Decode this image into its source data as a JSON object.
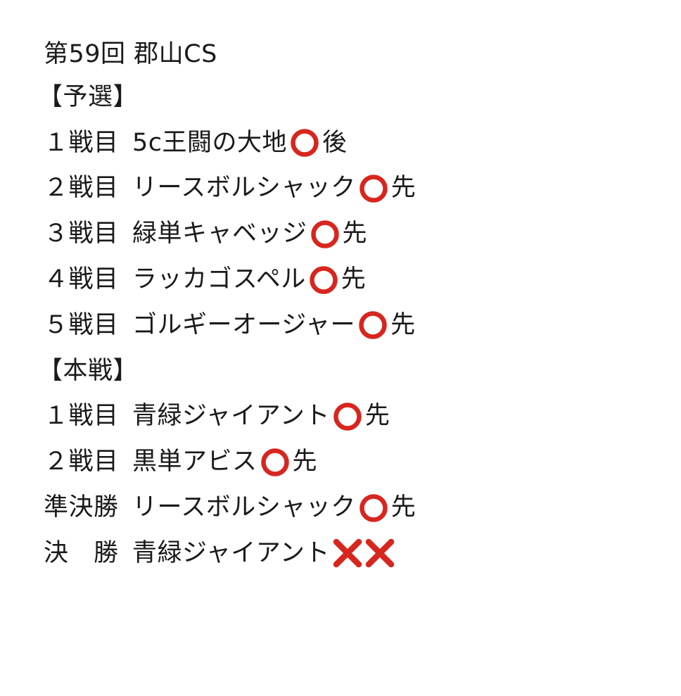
{
  "title": "第59回 郡山CS",
  "sections": [
    {
      "heading": "【予選】",
      "rounds": [
        {
          "label": "１戦目",
          "deck": "5c王闘の大地",
          "results": [
            "win"
          ],
          "turn": "後"
        },
        {
          "label": "２戦目",
          "deck": "リースボルシャック",
          "results": [
            "win"
          ],
          "turn": "先"
        },
        {
          "label": "３戦目",
          "deck": "緑単キャベッジ",
          "results": [
            "win"
          ],
          "turn": "先"
        },
        {
          "label": "４戦目",
          "deck": "ラッカゴスペル",
          "results": [
            "win"
          ],
          "turn": "先"
        },
        {
          "label": "５戦目",
          "deck": "ゴルギーオージャー",
          "results": [
            "win"
          ],
          "turn": "先"
        }
      ]
    },
    {
      "heading": "【本戦】",
      "rounds": [
        {
          "label": "１戦目",
          "deck": "青緑ジャイアント",
          "results": [
            "win"
          ],
          "turn": "先"
        },
        {
          "label": "２戦目",
          "deck": "黒単アビス",
          "results": [
            "win"
          ],
          "turn": "先"
        },
        {
          "label": "準決勝",
          "deck": "リースボルシャック",
          "results": [
            "win"
          ],
          "turn": "先"
        },
        {
          "label": "決　勝",
          "deck": "青緑ジャイアント",
          "results": [
            "loss",
            "loss"
          ],
          "turn": ""
        }
      ]
    }
  ],
  "icons": {
    "win": "red-circle-icon",
    "loss": "red-cross-icon"
  },
  "colors": {
    "mark": "#d7261e",
    "text": "#1a1a1a",
    "background": "#ffffff"
  }
}
